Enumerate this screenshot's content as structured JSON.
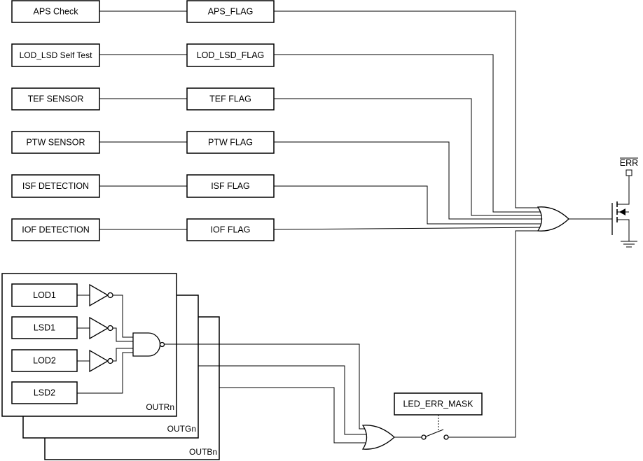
{
  "error_sources": [
    {
      "source": "APS Check",
      "flag": "APS_FLAG"
    },
    {
      "source": "LOD_LSD Self Test",
      "flag": "LOD_LSD_FLAG"
    },
    {
      "source": "TEF SENSOR",
      "flag": "TEF FLAG"
    },
    {
      "source": "PTW SENSOR",
      "flag": "PTW FLAG"
    },
    {
      "source": "ISF DETECTION",
      "flag": "ISF FLAG"
    },
    {
      "source": "IOF DETECTION",
      "flag": "IOF FLAG"
    }
  ],
  "channel_blocks": {
    "inputs": [
      "LOD1",
      "LSD1",
      "LOD2",
      "LSD2"
    ],
    "frames": [
      "OUTRn",
      "OUTGn",
      "OUTBn"
    ]
  },
  "mask_label": "LED_ERR_MASK",
  "output_pin": "ERR"
}
